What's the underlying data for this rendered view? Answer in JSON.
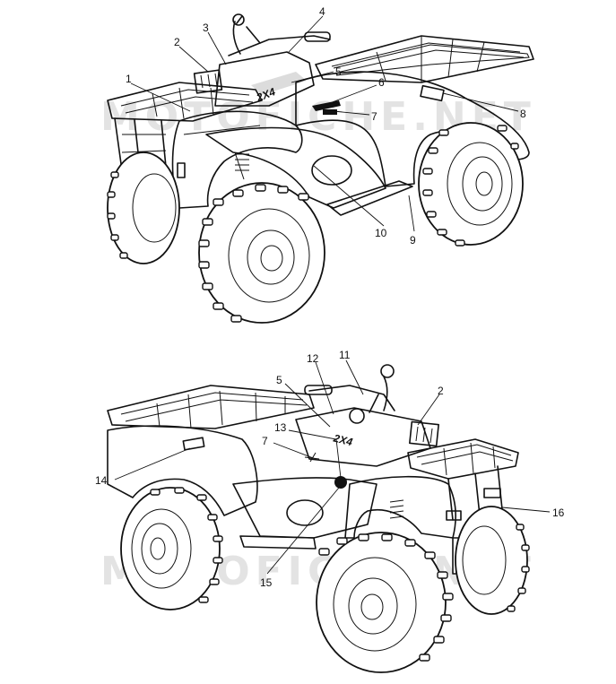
{
  "watermarks": [
    "MOTOFICHE.NET",
    "MOTOFICHE.NET"
  ],
  "decal_text": {
    "top": "2X4",
    "bottom": "2X4"
  },
  "callouts": {
    "top": [
      "1",
      "2",
      "3",
      "4",
      "5",
      "6",
      "7",
      "8",
      "9",
      "10"
    ],
    "bottom": [
      "11",
      "12",
      "5",
      "2",
      "13",
      "7",
      "14",
      "15",
      "16"
    ]
  }
}
